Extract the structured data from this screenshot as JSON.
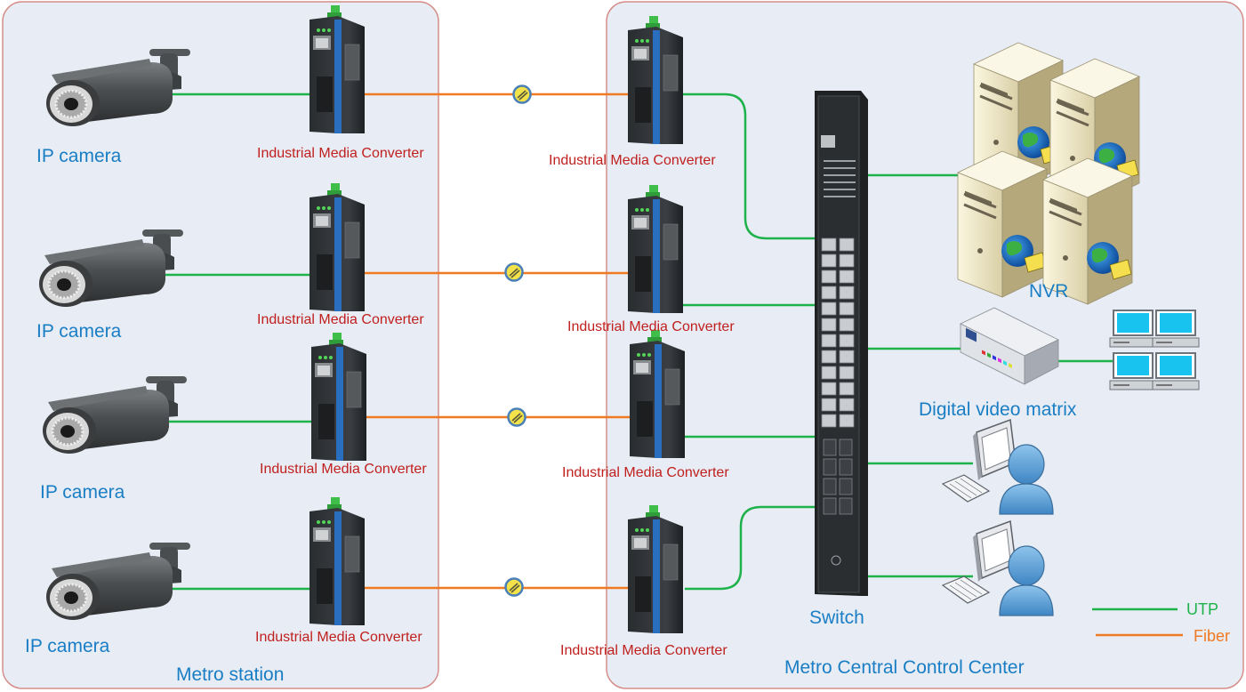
{
  "regions": {
    "left": {
      "label": "Metro station"
    },
    "right": {
      "label": "Metro Central Control Center"
    }
  },
  "cameras": [
    {
      "label": "IP camera"
    },
    {
      "label": "IP camera"
    },
    {
      "label": "IP camera"
    },
    {
      "label": "IP camera"
    }
  ],
  "converters_left": [
    {
      "label": "Industrial Media Converter"
    },
    {
      "label": "Industrial Media Converter"
    },
    {
      "label": "Industrial Media Converter"
    },
    {
      "label": "Industrial Media Converter"
    }
  ],
  "converters_right": [
    {
      "label": "Industrial Media Converter"
    },
    {
      "label": "Industrial Media Converter"
    },
    {
      "label": "Industrial Media Converter"
    },
    {
      "label": "Industrial Media Converter"
    }
  ],
  "switch": {
    "label": "Switch"
  },
  "nvr": {
    "label": "NVR"
  },
  "matrix": {
    "label": "Digital video matrix"
  },
  "legend": {
    "utp": {
      "label": "UTP",
      "color": "#1db24a"
    },
    "fiber": {
      "label": "Fiber",
      "color": "#f07a22"
    }
  },
  "colors": {
    "region_fill": "#e8ecf5",
    "region_stroke": "#d58f8a",
    "label_blue": "#1a7ec4",
    "label_red": "#c0201e"
  }
}
